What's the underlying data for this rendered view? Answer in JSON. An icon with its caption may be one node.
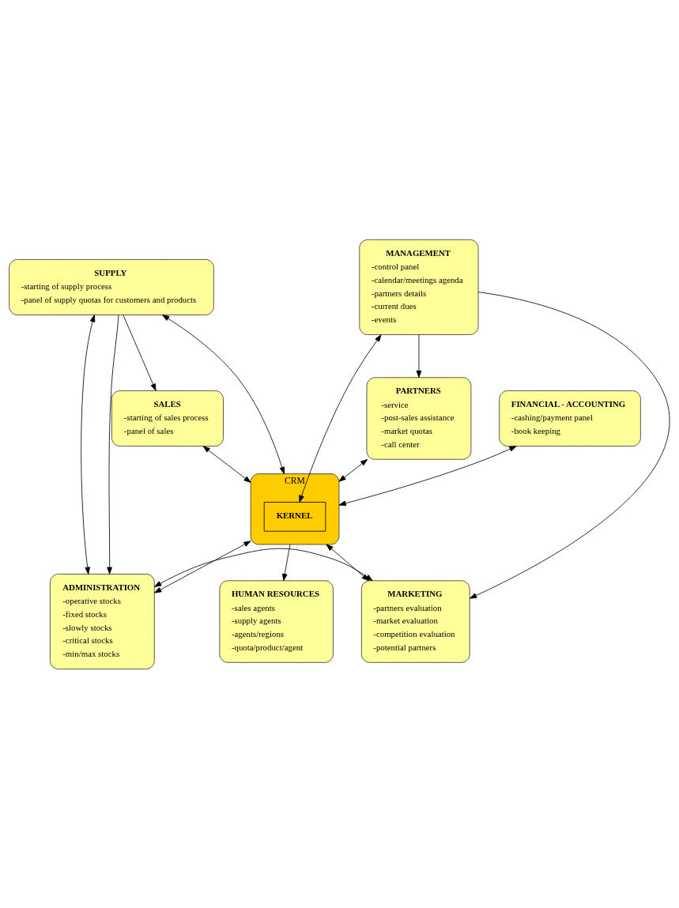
{
  "diagram": {
    "nodes": [
      {
        "text": [
          "SALES",
          "-starting of sales process",
          "-panel of sales"
        ]
      },
      {
        "text": [
          "FINANCIAL - ACCOUNTING",
          "-cashing/payment panel",
          "-book keeping"
        ]
      },
      {
        "text": [
          "PARTNERS",
          "-service",
          "-post-sales assistance",
          "-market quotas",
          "-call center"
        ]
      },
      {
        "text": [
          "SUPPLY",
          "-starting of supply process",
          "-panel of supply quotas for customers and products"
        ]
      },
      {
        "text": [
          "CRM"
        ]
      },
      {
        "text": [
          "KERNEL"
        ],
        "in": 4
      },
      {
        "text": [
          "MANAGEMENT",
          "-control panel",
          "-calendar/meetings agenda",
          "-partners details",
          "-current dues",
          "-events"
        ]
      },
      {
        "text": [
          "ADMINISTRATION",
          "-operative stocks",
          "-fixed stocks",
          "-slowly stocks",
          "-critical stocks",
          "-min/max stocks"
        ]
      },
      {
        "text": [
          "MARKETING",
          "-partners evaluation",
          "-market evaluation",
          "-competition evaluation",
          "-potential partners"
        ]
      },
      {
        "text": [
          "HUMAN RESOURCES",
          "-sales agents",
          "-supply agents",
          "-agents/regions",
          "-quota/product/agent"
        ]
      }
    ],
    "edges": [
      {
        "from": 3,
        "to": 0,
        "arrow": "to"
      },
      {
        "from": 0,
        "to": 4,
        "arrow": "both"
      },
      {
        "from": 1,
        "to": 4,
        "arrow": "both"
      },
      {
        "from": 2,
        "to": 4,
        "arrow": "both"
      },
      {
        "from": 6,
        "to": 2,
        "arrow": "to"
      },
      {
        "from": 3,
        "to": 4,
        "arrow": "both"
      },
      {
        "from": 5,
        "to": 6,
        "arrow": "both"
      },
      {
        "from": 3,
        "to": 7,
        "arrow": "both"
      },
      {
        "from": 3,
        "to": 7,
        "arrow": "to"
      },
      {
        "from": 7,
        "to": 4,
        "arrow": "both"
      },
      {
        "from": 4,
        "to": 8,
        "arrow": "both"
      },
      {
        "from": 6,
        "to": 8,
        "arrow": "to"
      },
      {
        "from": 4,
        "to": 9,
        "arrow": "to"
      },
      {
        "from": 7,
        "to": 8,
        "arrow": "both"
      }
    ]
  }
}
